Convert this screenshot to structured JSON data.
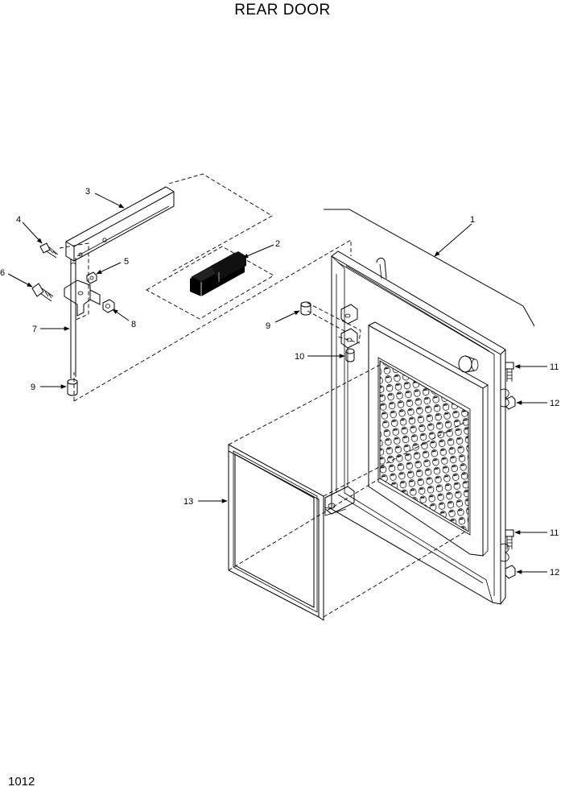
{
  "title": "REAR DOOR",
  "page_number": "1012",
  "callouts": {
    "c1": "1",
    "c2": "2",
    "c3": "3",
    "c4": "4",
    "c5": "5",
    "c6": "6",
    "c7": "7",
    "c8": "8",
    "c9a": "9",
    "c9b": "9",
    "c10": "10",
    "c11a": "11",
    "c11b": "11",
    "c12a": "12",
    "c12b": "12",
    "c13": "13"
  }
}
